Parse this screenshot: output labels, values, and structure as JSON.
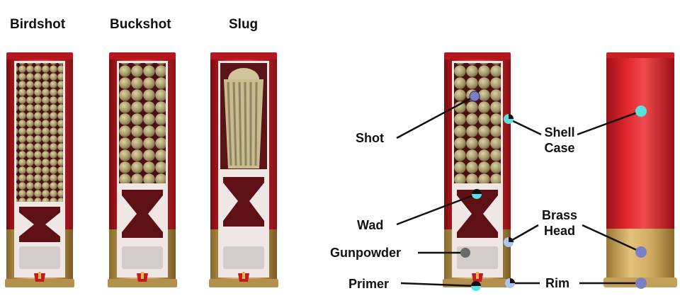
{
  "titles": {
    "birdshot": "Birdshot",
    "buckshot": "Buckshot",
    "slug": "Slug"
  },
  "labels": {
    "shot": "Shot",
    "shell_case_line1": "Shell",
    "shell_case_line2": "Case",
    "wad": "Wad",
    "brass_head_line1": "Brass",
    "brass_head_line2": "Head",
    "gunpowder": "Gunpowder",
    "primer": "Primer",
    "rim": "Rim"
  },
  "colors": {
    "case_red": "#c0151e",
    "case_dark": "#5a0f14",
    "brass": "#b99247",
    "pellet": "#a79b6c",
    "wad_maroon": "#5e1016",
    "powder": "#d3ccc8",
    "pointer_cyan": "#5ee0e0",
    "pointer_blue": "#7a7fc6",
    "pointer_dark": "#111111"
  }
}
